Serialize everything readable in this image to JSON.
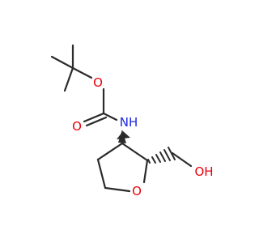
{
  "molecule": {
    "atoms": {
      "O_ester": {
        "text": "O",
        "color": "#e8000b"
      },
      "O_carbonyl": {
        "text": "O",
        "color": "#e8000b"
      },
      "N_amide": {
        "text": "NH",
        "color": "#1d26e0"
      },
      "O_ring": {
        "text": "O",
        "color": "#e8000b"
      },
      "OH": {
        "text": "OH",
        "color": "#e8000b"
      }
    },
    "bond_color": "#2b2b2b"
  }
}
